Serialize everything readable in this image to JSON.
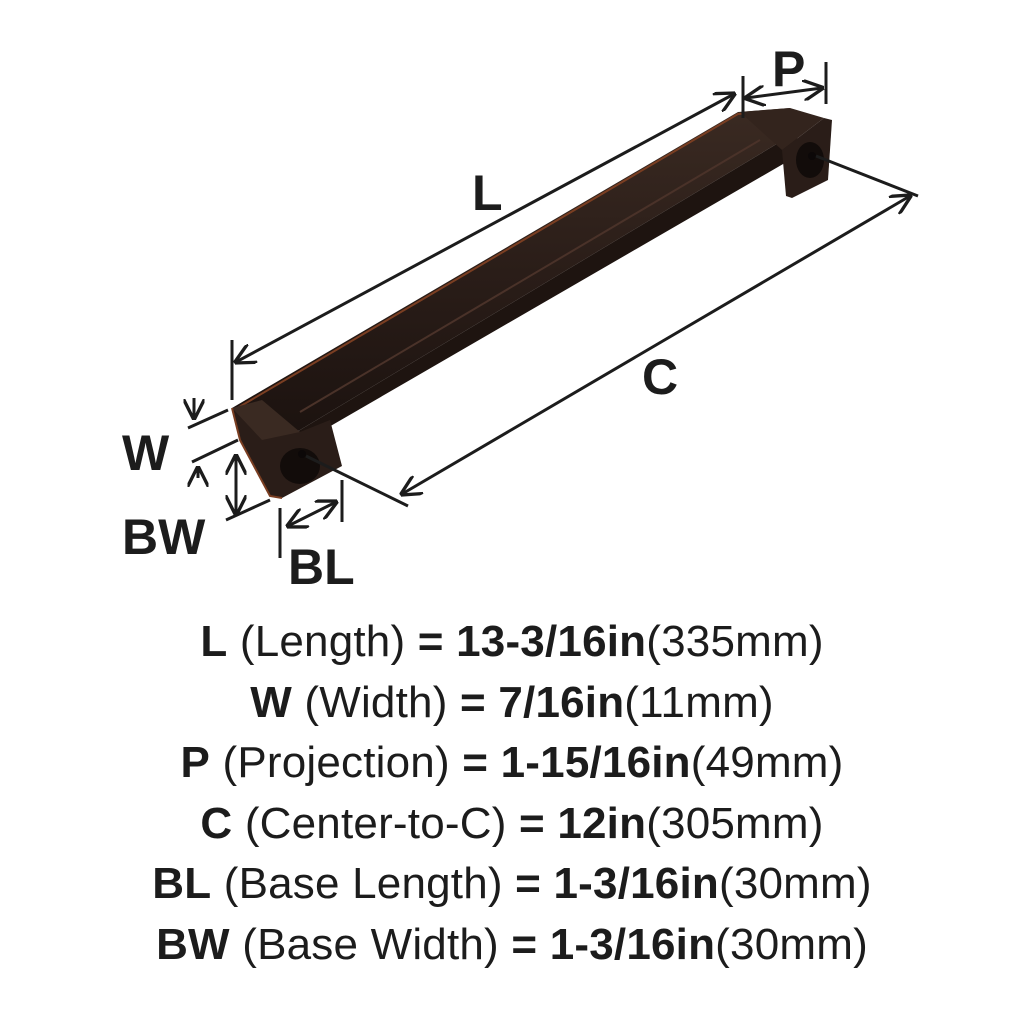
{
  "diagram": {
    "title": "Cabinet pull dimension diagram",
    "product_finish_color": "#2a1d18",
    "highlight_color": "#7a3e22",
    "line_color": "#1c1c1c",
    "labels": {
      "L": "L",
      "P": "P",
      "C": "C",
      "W": "W",
      "BW": "BW",
      "BL": "BL"
    }
  },
  "specs": [
    {
      "symbol": "L",
      "description": "(Length)",
      "equals": "=",
      "imperial": "13-3/16in",
      "metric": "(335mm)"
    },
    {
      "symbol": "W",
      "description": "(Width)",
      "equals": "=",
      "imperial": "7/16in",
      "metric": "(11mm)"
    },
    {
      "symbol": "P",
      "description": "(Projection)",
      "equals": "=",
      "imperial": "1-15/16in",
      "metric": "(49mm)"
    },
    {
      "symbol": "C",
      "description": "(Center-to-C)",
      "equals": "=",
      "imperial": "12in",
      "metric": "(305mm)"
    },
    {
      "symbol": "BL",
      "description": "(Base Length)",
      "equals": "=",
      "imperial": "1-3/16in",
      "metric": "(30mm)"
    },
    {
      "symbol": "BW",
      "description": "(Base Width)",
      "equals": "=",
      "imperial": "1-3/16in",
      "metric": "(30mm)"
    }
  ]
}
